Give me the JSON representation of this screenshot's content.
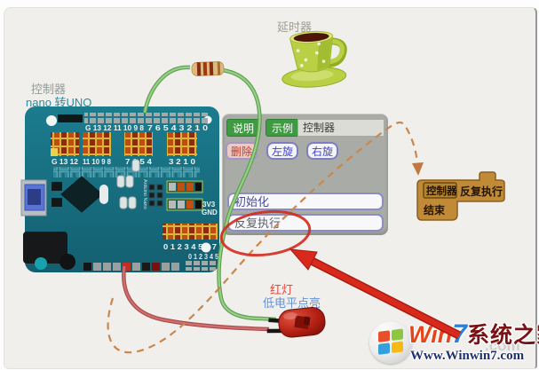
{
  "labels": {
    "delay_timer": "延时器",
    "controller_caption": "控制器",
    "board_name": "nano 转UNO",
    "red_led_title": "红灯",
    "red_led_note": "低电平点亮"
  },
  "panel": {
    "tab_help": "说明",
    "tab_example": "示例",
    "dropdown_value": "控制器",
    "btn_delete": "删除",
    "btn_rotate_left": "左旋",
    "btn_rotate_right": "右旋",
    "row_init": "初始化",
    "row_loop": "反复执行"
  },
  "flow": {
    "controller": "控制器",
    "repeat": "反复执行",
    "end": "结束"
  },
  "board": {
    "pin_labels_top_left": "G 13 12 11 10 9 8",
    "pin_labels_top_right": "7 6 5 4 3 2 1 0",
    "group_labels": [
      "G 13 12",
      "11 10 9 8",
      "7 6 5 4",
      "3 2 1 0"
    ],
    "power_label_1": "3V3",
    "power_label_2": "GND",
    "pin_labels_bottom_1": "0 1 2 3 4 5 6 7",
    "pin_labels_bottom_2": "0 1 2 3 4 5",
    "vertical_text": "Arduino Nano"
  },
  "watermark": {
    "win": "Win",
    "seven": "7",
    "site": "系统之家",
    "url": "Www.Winwin7.com",
    "ghost": ".com"
  },
  "colors": {
    "board_teal": "#176e80",
    "block_orange": "#c08a36",
    "wire_green": "#95d083",
    "wire_red": "#cf6f6f",
    "highlight_red": "#d22a1e",
    "button_green": "#3f9b42"
  }
}
